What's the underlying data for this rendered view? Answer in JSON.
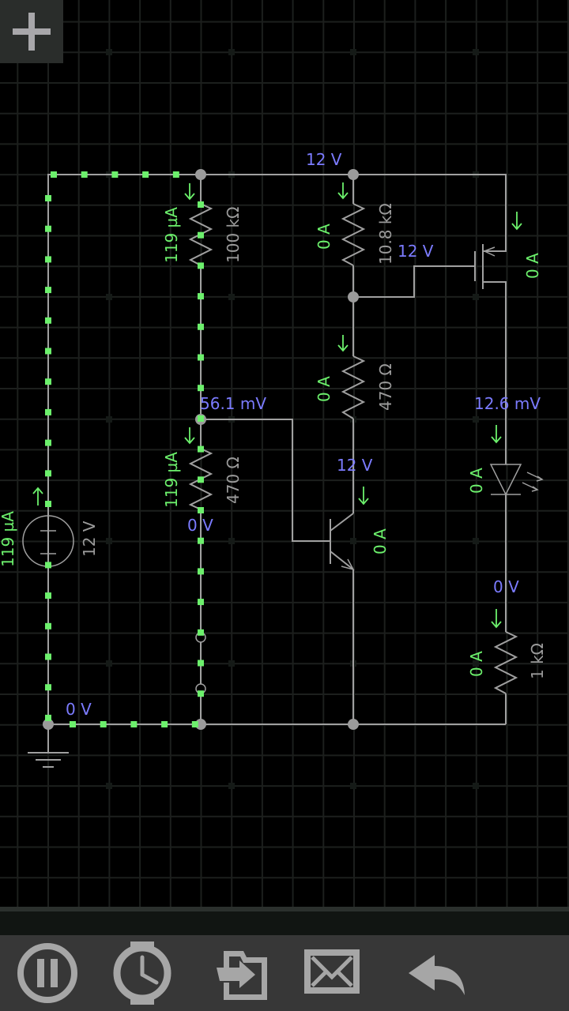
{
  "app": {
    "add_component_icon": "plus-icon"
  },
  "colors": {
    "background": "#000000",
    "grid": "#1c1f1d",
    "wire": "#a0a0a0",
    "voltage_label": "#7b7bff",
    "current_label": "#6cf06c",
    "value_label": "#9a9a9a",
    "current_dot": "#6cf06c",
    "node": "#9b9b9b",
    "toolbar_bg": "#373737",
    "toolbar_icon": "#a6a6a6"
  },
  "circuit": {
    "voltage_source": {
      "value": "12 V",
      "current": "119 µA"
    },
    "resistor_100k": {
      "value": "100 kΩ",
      "current": "119 µA"
    },
    "resistor_470_left": {
      "value": "470 Ω",
      "current": "119 µA"
    },
    "resistor_10_8k": {
      "value": "10.8 kΩ",
      "current": "0 A"
    },
    "resistor_470_mid": {
      "value": "470 Ω",
      "current": "0 A"
    },
    "resistor_1k": {
      "value": "1 kΩ",
      "current": "0 A"
    },
    "mosfet": {
      "current": "0 A",
      "gate_voltage": "12 V"
    },
    "npn_transistor": {
      "current": "0 A",
      "collector_voltage": "12 V"
    },
    "led": {
      "current": "0 A",
      "anode_voltage": "12.6 mV"
    },
    "node_voltages": {
      "top_rail": "12 V",
      "base_node": "56.1 mV",
      "left_low_node": "0 V",
      "ground_node": "0 V",
      "led_cathode": "0 V"
    }
  },
  "toolbar": {
    "buttons": [
      {
        "name": "pause",
        "icon": "pause-icon"
      },
      {
        "name": "timestep",
        "icon": "clock-icon"
      },
      {
        "name": "import",
        "icon": "import-icon"
      },
      {
        "name": "export-mail",
        "icon": "mail-icon"
      },
      {
        "name": "undo",
        "icon": "undo-icon"
      }
    ]
  }
}
